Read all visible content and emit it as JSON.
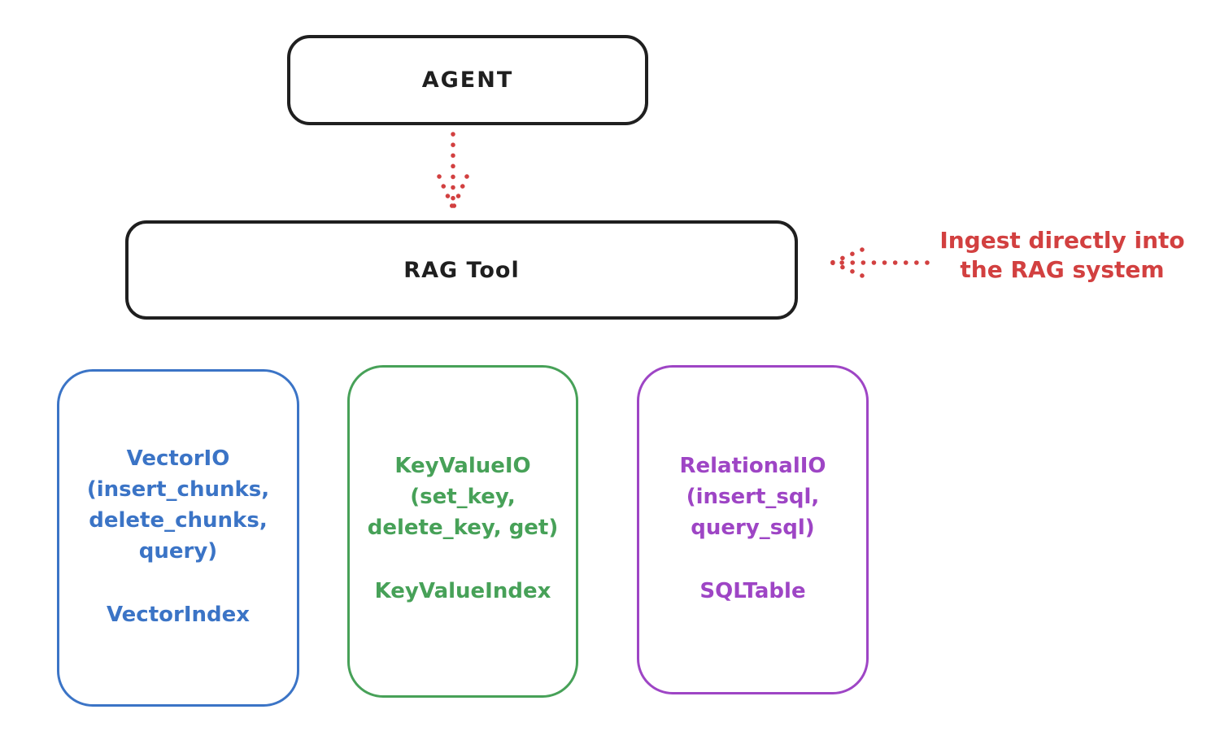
{
  "diagram": {
    "agent": {
      "label": "AGENT"
    },
    "rag_tool": {
      "label": "RAG Tool"
    },
    "annotation": {
      "line1": "Ingest directly into",
      "line2": "the RAG system",
      "color": "#d24040"
    },
    "arrows": [
      {
        "name": "agent-to-rag-arrow",
        "direction": "down",
        "style": "dotted",
        "color": "#d24040"
      },
      {
        "name": "ingest-arrow",
        "direction": "left",
        "style": "dotted",
        "color": "#d24040"
      }
    ],
    "io_boxes": [
      {
        "id": "vector",
        "color": "#3b74c6",
        "lines": [
          "VectorIO",
          "(insert_chunks,",
          "delete_chunks,",
          "query)"
        ],
        "index_label": "VectorIndex"
      },
      {
        "id": "keyvalue",
        "color": "#47a158",
        "lines": [
          "KeyValueIO",
          "(set_key,",
          "delete_key, get)"
        ],
        "index_label": "KeyValueIndex"
      },
      {
        "id": "relational",
        "color": "#9e45c5",
        "lines": [
          "RelationalIO",
          "(insert_sql,",
          "query_sql)"
        ],
        "index_label": "SQLTable"
      }
    ],
    "colors": {
      "stroke": "#1f1f1f",
      "background": "#ffffff"
    }
  }
}
